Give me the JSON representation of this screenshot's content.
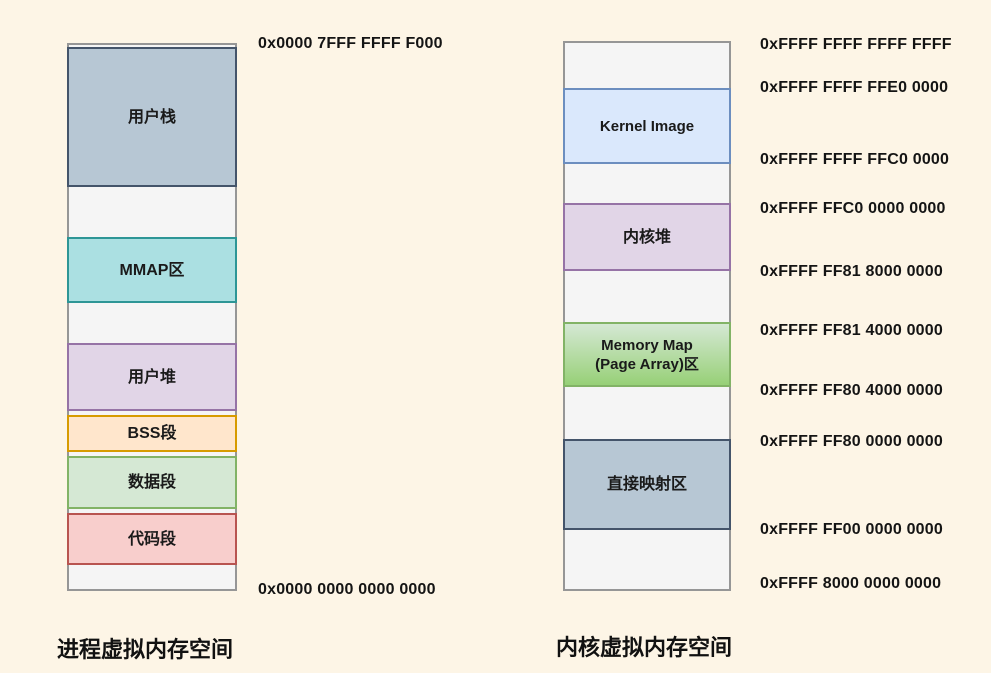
{
  "canvas": {
    "background": "#fdf5e6",
    "container_fill": "#f5f5f5",
    "container_border": "#969696",
    "text_color": "#1a1a1a"
  },
  "process_space": {
    "title": "进程虚拟内存空间",
    "top_address": "0x0000 7FFF FFFF F000",
    "bottom_address": "0x0000 0000 0000 0000",
    "segments": [
      {
        "label": "用户栈",
        "fill": "#b7c7d4",
        "border": "#44546a"
      },
      {
        "label": "MMAP区",
        "fill": "#abe0e2",
        "border": "#2d9696"
      },
      {
        "label": "用户堆",
        "fill": "#e1d5e7",
        "border": "#9673a6"
      },
      {
        "label": "BSS段",
        "fill": "#ffe6cc",
        "border": "#d79b00"
      },
      {
        "label": "数据段",
        "fill": "#d5e8d4",
        "border": "#82b366"
      },
      {
        "label": "代码段",
        "fill": "#f8cecc",
        "border": "#b85450"
      }
    ]
  },
  "kernel_space": {
    "title": "内核虚拟内存空间",
    "segments": [
      {
        "label": "Kernel Image",
        "fill": "#dae8fc",
        "border": "#6c8ebf"
      },
      {
        "label": "内核堆",
        "fill": "#e1d5e7",
        "border": "#9673a6"
      },
      {
        "label_line1": "Memory Map",
        "label_line2": "(Page Array)区",
        "fill_top": "#d5e8d4",
        "fill_bottom": "#97d077",
        "border": "#82b366"
      },
      {
        "label": "直接映射区",
        "fill": "#b7c7d4",
        "border": "#44546a"
      }
    ],
    "addresses": [
      "0xFFFF FFFF FFFF FFFF",
      "0xFFFF FFFF FFE0 0000",
      "0xFFFF FFFF FFC0 0000",
      "0xFFFF FFC0 0000 0000",
      "0xFFFF FF81 8000 0000",
      "0xFFFF FF81 4000 0000",
      "0xFFFF FF80 4000 0000",
      "0xFFFF FF80 0000 0000",
      "0xFFFF FF00 0000 0000",
      "0xFFFF 8000 0000 0000"
    ]
  }
}
